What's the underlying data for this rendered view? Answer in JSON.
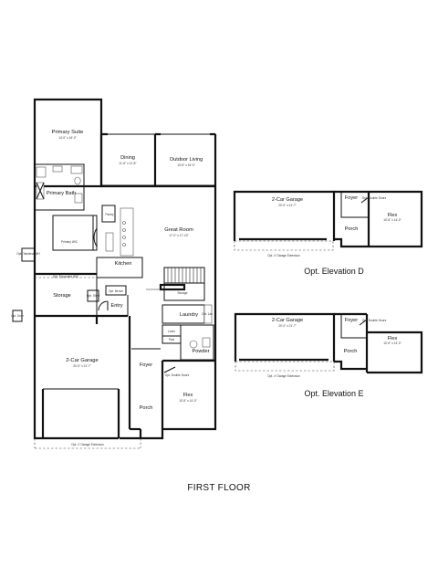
{
  "plan_title": "FIRST FLOOR",
  "main_plan": {
    "rooms": [
      {
        "name": "Primary Suite",
        "dims": "14'-0\" x 16'-0\""
      },
      {
        "name": "Dining",
        "dims": "11'-6\" x 11'-8\""
      },
      {
        "name": "Outdoor Living",
        "dims": "13'-6\" x 16'-0\""
      },
      {
        "name": "Primary Bath",
        "dims": ""
      },
      {
        "name": "Great Room",
        "dims": "17'-0\" x 17'-10\""
      },
      {
        "name": "Primary WIC",
        "dims": ""
      },
      {
        "name": "Kitchen",
        "dims": ""
      },
      {
        "name": "Storage",
        "dims": ""
      },
      {
        "name": "Entry",
        "dims": ""
      },
      {
        "name": "Laundry",
        "dims": ""
      },
      {
        "name": "Powder",
        "dims": ""
      },
      {
        "name": "2-Car Garage",
        "dims": "20'-0\" x 21'-7\""
      },
      {
        "name": "Foyer",
        "dims": ""
      },
      {
        "name": "Flex",
        "dims": "10'-6\" x 14'-0\""
      },
      {
        "name": "Porch",
        "dims": ""
      }
    ],
    "small_labels": {
      "pantry": "Pantry",
      "opt_tankless": "Opt. Tankless WH",
      "opt_garage_expansion": "Opt. Expanded WIC",
      "opt_bench": "Opt. Bench",
      "opt_shelf": "Opt. Shelf",
      "opt_door": "Opt. Door",
      "storage_small": "Storage",
      "linen": "Linen",
      "pwd": "Pwd",
      "opt_double_doors": "Opt. Double Doors",
      "opt_lav": "Opt. Lav",
      "opt_garage_extension": "Opt. 4' Garage Extension"
    }
  },
  "elevation_d": {
    "caption": "Opt. Elevation D",
    "garage": "2-Car Garage",
    "garage_dims": "20'-0\" x 21'-7\"",
    "foyer": "Foyer",
    "porch": "Porch",
    "flex": "Flex",
    "flex_dims": "10'-6\" x 14'-0\"",
    "opt_double_doors": "Opt. Double Doors",
    "extension": "Opt. 4' Garage Extension"
  },
  "elevation_e": {
    "caption": "Opt. Elevation E",
    "garage": "2-Car Garage",
    "garage_dims": "20'-0\" x 21'-7\"",
    "foyer": "Foyer",
    "porch": "Porch",
    "flex": "Flex",
    "flex_dims": "10'-6\" x 14'-0\"",
    "opt_double_doors": "Opt. Double Doors",
    "extension": "Opt. 4' Garage Extension"
  }
}
